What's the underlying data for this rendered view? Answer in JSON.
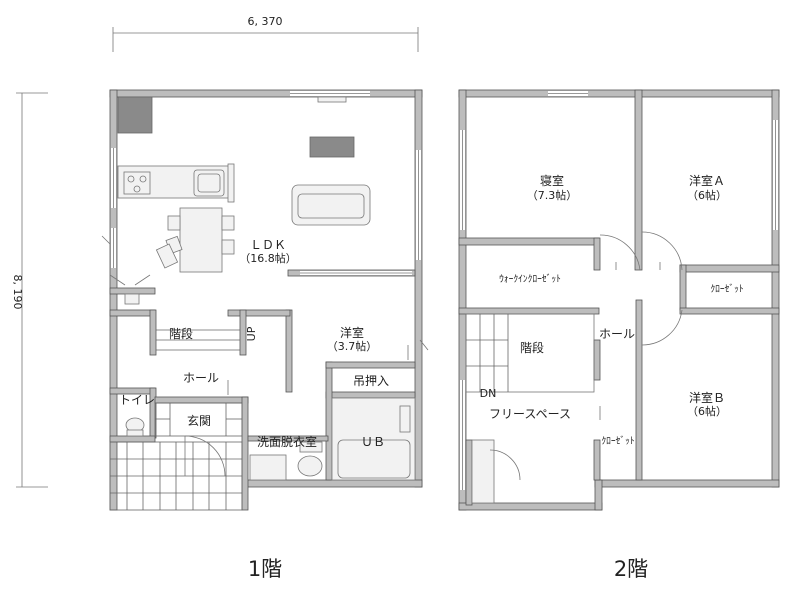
{
  "dimensions": {
    "width": "6, 370",
    "height": "8, 190"
  },
  "floor1": {
    "title": "1階",
    "rooms": {
      "ldk": "ＬＤＫ",
      "ldk_size": "（16.8帖）",
      "youshitsu": "洋室",
      "youshitsu_size": "（3.7帖）",
      "kaidan": "階段",
      "up": "UP",
      "hall": "ホール",
      "toilet": "トイレ",
      "genkan": "玄関",
      "senmen": "洗面脱衣室",
      "ub": "ＵＢ",
      "tsurioshiire": "吊押入"
    }
  },
  "floor2": {
    "title": "2階",
    "rooms": {
      "shinshitsu": "寝室",
      "shinshitsu_size": "（7.3帖）",
      "youshitsu_a": "洋室Ａ",
      "youshitsu_a_size": "（6帖）",
      "youshitsu_b": "洋室Ｂ",
      "youshitsu_b_size": "（6帖）",
      "walkin": "ｳｫｰｸｲﾝｸﾛｰｾﾞｯﾄ",
      "closet_a": "ｸﾛｰｾﾞｯﾄ",
      "closet_b": "ｸﾛｰｾﾞｯﾄ",
      "kaidan": "階段",
      "hall": "ホール",
      "dn": "DN",
      "free_space": "フリースペース"
    }
  },
  "colors": {
    "wall": "#bdbdbd",
    "outline": "#555555",
    "furniture": "#8a8a8a"
  }
}
